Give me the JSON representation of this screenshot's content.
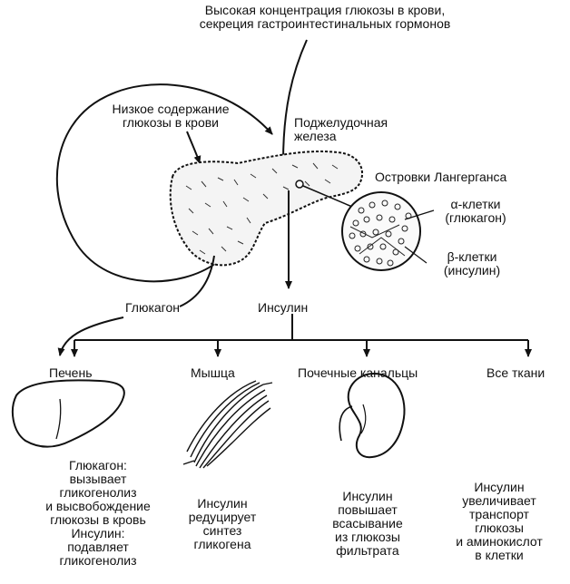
{
  "top_caption": {
    "line1": "Высокая концентрация глюкозы в крови,",
    "line2": "секреция гастроинтестинальных гормонов"
  },
  "low_glucose": {
    "line1": "Низкое содержание",
    "line2": "глюкозы в крови"
  },
  "pancreas": {
    "line1": "Поджелудочная",
    "line2": "железа"
  },
  "islets": {
    "title": "Островки  Лангерганса",
    "alpha_line1": "α-клетки",
    "alpha_line2": "(глюкагон)",
    "beta_line1": "β-клетки",
    "beta_line2": "(инсулин)"
  },
  "hormones": {
    "glucagon": "Глюкагон",
    "insulin": "Инсулин"
  },
  "targets": {
    "liver": "Печень",
    "muscle": "Мышца",
    "kidney": "Почечные  канальцы",
    "all": "Все ткани"
  },
  "effects": {
    "liver": [
      "Глюкагон:",
      "вызывает",
      "гликогенолиз",
      "и высвобождение",
      "глюкозы в кровь",
      "Инсулин:",
      "подавляет",
      "гликогенолиз"
    ],
    "muscle": [
      "Инсулин",
      "редуцирует",
      "синтез",
      "гликогена"
    ],
    "kidney": [
      "Инсулин",
      "повышает",
      "всасывание",
      "из глюкозы",
      "фильтрата"
    ],
    "all": [
      "Инсулин",
      "увеличивает",
      "транспорт",
      "глюкозы",
      "и аминокислот",
      "в клетки"
    ]
  }
}
